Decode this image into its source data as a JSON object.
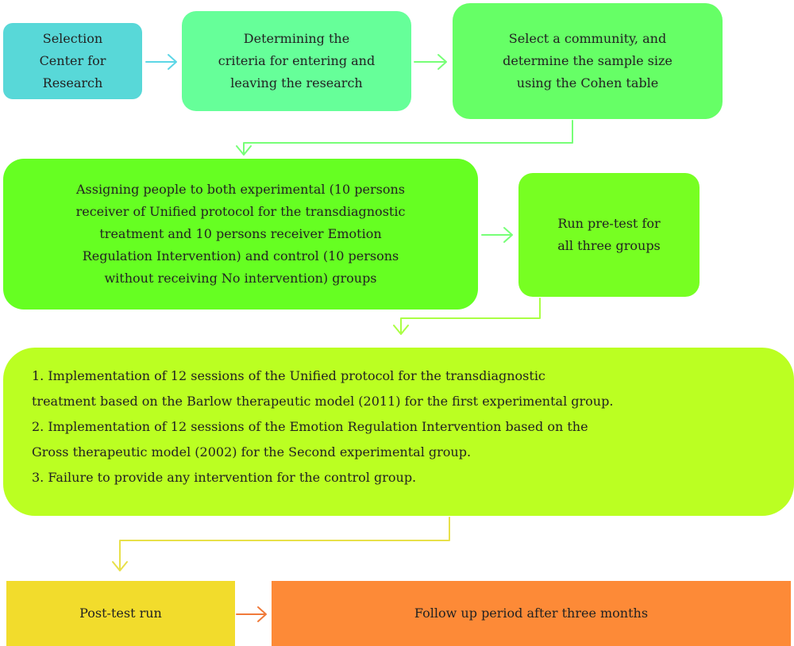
{
  "steps": {
    "selection": {
      "lines": [
        "Selection",
        "Center for",
        "Research"
      ]
    },
    "criteria": {
      "lines": [
        "Determining the",
        "criteria for entering and",
        "leaving the research"
      ]
    },
    "community": {
      "lines": [
        "Select a community, and",
        "determine the sample size",
        "using the Cohen table"
      ]
    },
    "assigning": {
      "lines": [
        "Assigning people to both experimental (10 persons",
        "receiver of Unified protocol for the transdiagnostic",
        "treatment and 10 persons receiver Emotion",
        "Regulation Intervention) and control (10 persons",
        "without receiving No intervention) groups"
      ]
    },
    "pretest": {
      "lines": [
        "Run pre-test for",
        "all three groups"
      ]
    },
    "implementation": {
      "lines": [
        "1. Implementation of 12 sessions of the Unified protocol for the transdiagnostic",
        "treatment based on the Barlow  therapeutic model (2011) for the first experimental group.",
        "2. Implementation of 12 sessions of the Emotion Regulation Intervention based on the",
        "Gross  therapeutic model (2002) for the Second experimental group.",
        "3. Failure to provide any intervention for the control group."
      ]
    },
    "posttest": {
      "label": "Post-test run"
    },
    "followup": {
      "label": "Follow up period after three months"
    }
  },
  "colors": {
    "selection": "#58d8d8",
    "criteria": "#66ff99",
    "community": "#66ff66",
    "assigning": "#66ff22",
    "pretest": "#77ff22",
    "implementation": "#bbff22",
    "posttest": "#f2dc2c",
    "followup": "#fd8a37",
    "arrow_cyan": "#5cd6e6",
    "arrow_green": "#77ff77",
    "arrow_lime": "#aaff44",
    "arrow_yellow": "#e8e04a",
    "arrow_orange": "#f07a3a"
  }
}
